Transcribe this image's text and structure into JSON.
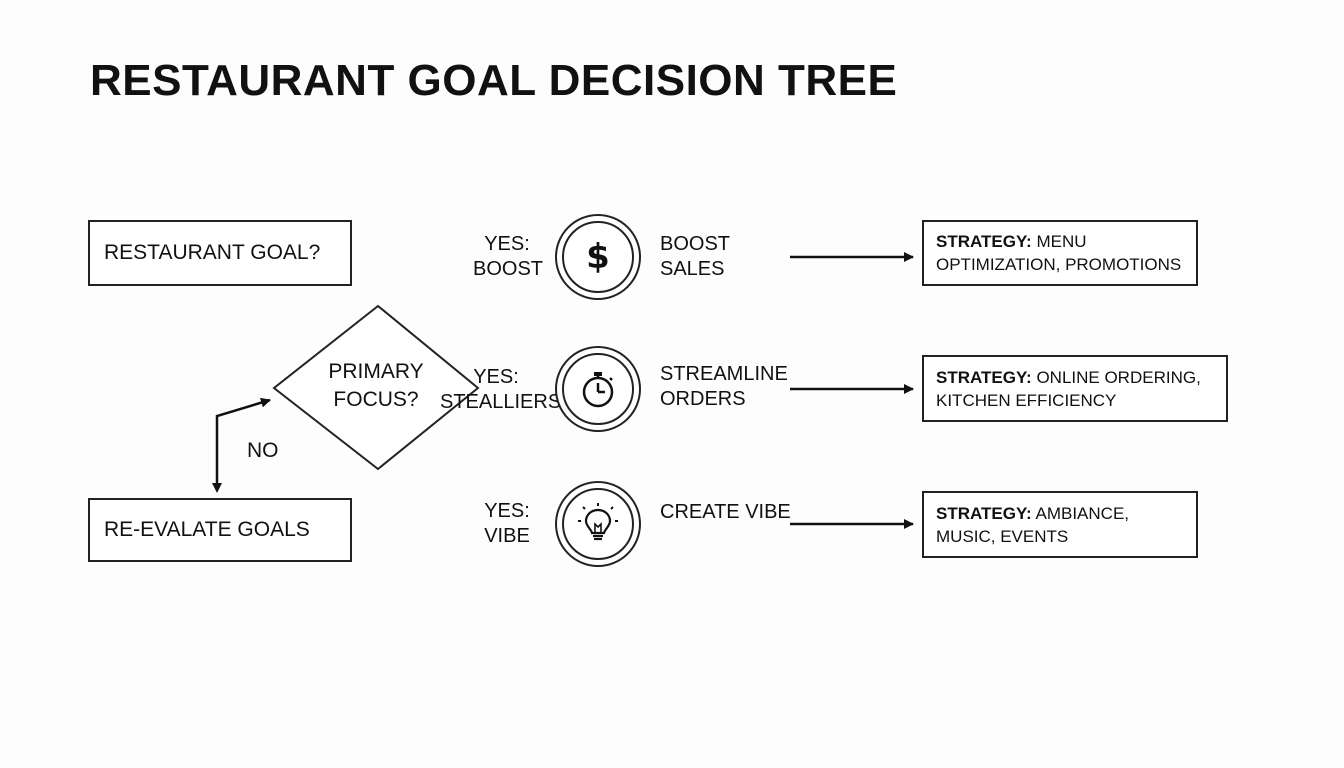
{
  "title": "RESTAURANT GOAL DECISION TREE",
  "nodes": {
    "goal_question": "RESTAURANT GOAL?",
    "decision": {
      "line1": "PRIMARY",
      "line2": "FOCUS?"
    },
    "reevaluate": "RE-EVALATE GOALS",
    "no_label": "NO"
  },
  "branches": [
    {
      "condition": {
        "line1": "YES:",
        "line2": "BOOST"
      },
      "icon": "dollar-icon",
      "outcome": {
        "line1": "BOOST",
        "line2": "SALES"
      },
      "strategy_label": "STRATEGY:",
      "strategy_text": "MENU OPTIMIZATION, PROMOTIONS"
    },
    {
      "condition": {
        "line1": "YES:",
        "line2": "STEALLIERS"
      },
      "icon": "stopwatch-icon",
      "outcome": {
        "line1": "STREAMLINE",
        "line2": "ORDERS"
      },
      "strategy_label": "STRATEGY:",
      "strategy_text": "ONLINE ORDERING, KITCHEN EFFICIENCY"
    },
    {
      "condition": {
        "line1": "YES:",
        "line2": "VIBE"
      },
      "icon": "lightbulb-icon",
      "outcome": {
        "line1": "CREATE VIBE",
        "line2": ""
      },
      "strategy_label": "STRATEGY:",
      "strategy_text": "AMBIANCE, MUSIC, EVENTS"
    }
  ],
  "colors": {
    "ink": "#111111",
    "background": "#fdfdfd"
  }
}
